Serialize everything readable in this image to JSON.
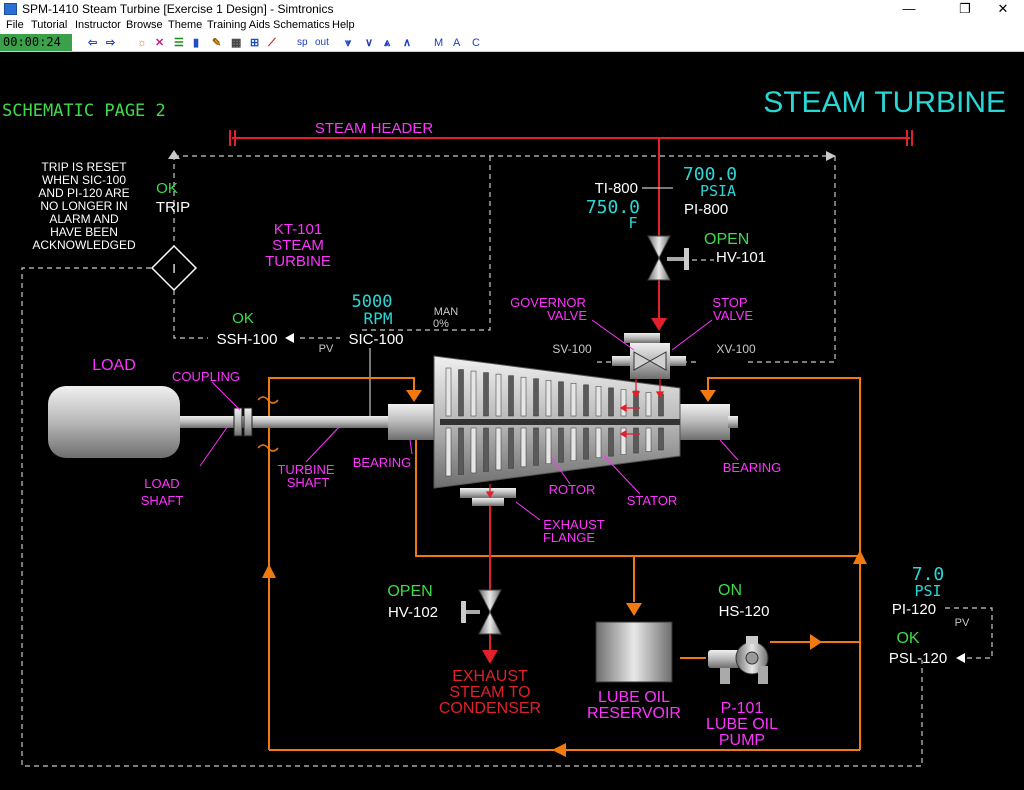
{
  "window": {
    "title": "SPM-1410 Steam Turbine [Exercise 1 Design] - Simtronics",
    "minimize": "—",
    "restore": "❐",
    "close": "✕"
  },
  "menu": [
    "File",
    "Tutorial",
    "Instructor",
    "Browse",
    "Theme",
    "Training Aids",
    "Schematics",
    "Help"
  ],
  "toolbar": {
    "clock": "00:00:24",
    "sp": "sp",
    "out": "out",
    "m": "M",
    "a": "A",
    "c": "C"
  },
  "page": {
    "label": "SCHEMATIC PAGE 2",
    "title": "STEAM TURBINE",
    "steam_header": "STEAM HEADER"
  },
  "trip": {
    "note": [
      "TRIP IS RESET",
      "WHEN SIC-100",
      "AND PI-120 ARE",
      "NO LONGER IN",
      "ALARM AND",
      "HAVE BEEN",
      "ACKNOWLEDGED"
    ],
    "status": "OK",
    "label": "TRIP",
    "interlock": "I"
  },
  "turbine": {
    "label": [
      "KT-101",
      "STEAM",
      "TURBINE"
    ]
  },
  "speed": {
    "value": "5000",
    "unit": "RPM",
    "controller": "SIC-100",
    "mode": "MAN",
    "output": "0%",
    "switch_status": "OK",
    "switch": "SSH-100",
    "pv": "PV"
  },
  "steam": {
    "temp_tag": "TI-800",
    "temp_value": "750.0",
    "temp_unit": "F",
    "press_value": "700.0",
    "press_unit": "PSIA",
    "press_tag": "PI-800"
  },
  "hv101": {
    "status": "OPEN",
    "tag": "HV-101"
  },
  "hv102": {
    "status": "OPEN",
    "tag": "HV-102"
  },
  "valves": {
    "governor": [
      "GOVERNOR",
      "VALVE"
    ],
    "stop": [
      "STOP",
      "VALVE"
    ],
    "sv": "SV-100",
    "xv": "XV-100"
  },
  "parts": {
    "load": "LOAD",
    "coupling": "COUPLING",
    "load_shaft": [
      "LOAD",
      "SHAFT"
    ],
    "turbine_shaft": [
      "TURBINE",
      "SHAFT"
    ],
    "bearing_left": "BEARING",
    "bearing_right": "BEARING",
    "rotor": "ROTOR",
    "stator": "STATOR",
    "exhaust_flange": [
      "EXHAUST",
      "FLANGE"
    ]
  },
  "exhaust": {
    "label": [
      "EXHAUST",
      "STEAM TO",
      "CONDENSER"
    ]
  },
  "lube": {
    "reservoir": [
      "LUBE OIL",
      "RESERVOIR"
    ],
    "pump": [
      "P-101",
      "LUBE OIL",
      "PUMP"
    ],
    "hs_status": "ON",
    "hs_tag": "HS-120",
    "press_value": "7.0",
    "press_unit": "PSI",
    "press_tag": "PI-120",
    "pv": "PV",
    "psl_status": "OK",
    "psl_tag": "PSL-120"
  },
  "colors": {
    "green": "#3ddc4a",
    "cyan": "#29d7d7",
    "magenta": "#ff33ff",
    "red": "#e0202a",
    "orange": "#f07a10",
    "white": "#ffffff"
  }
}
